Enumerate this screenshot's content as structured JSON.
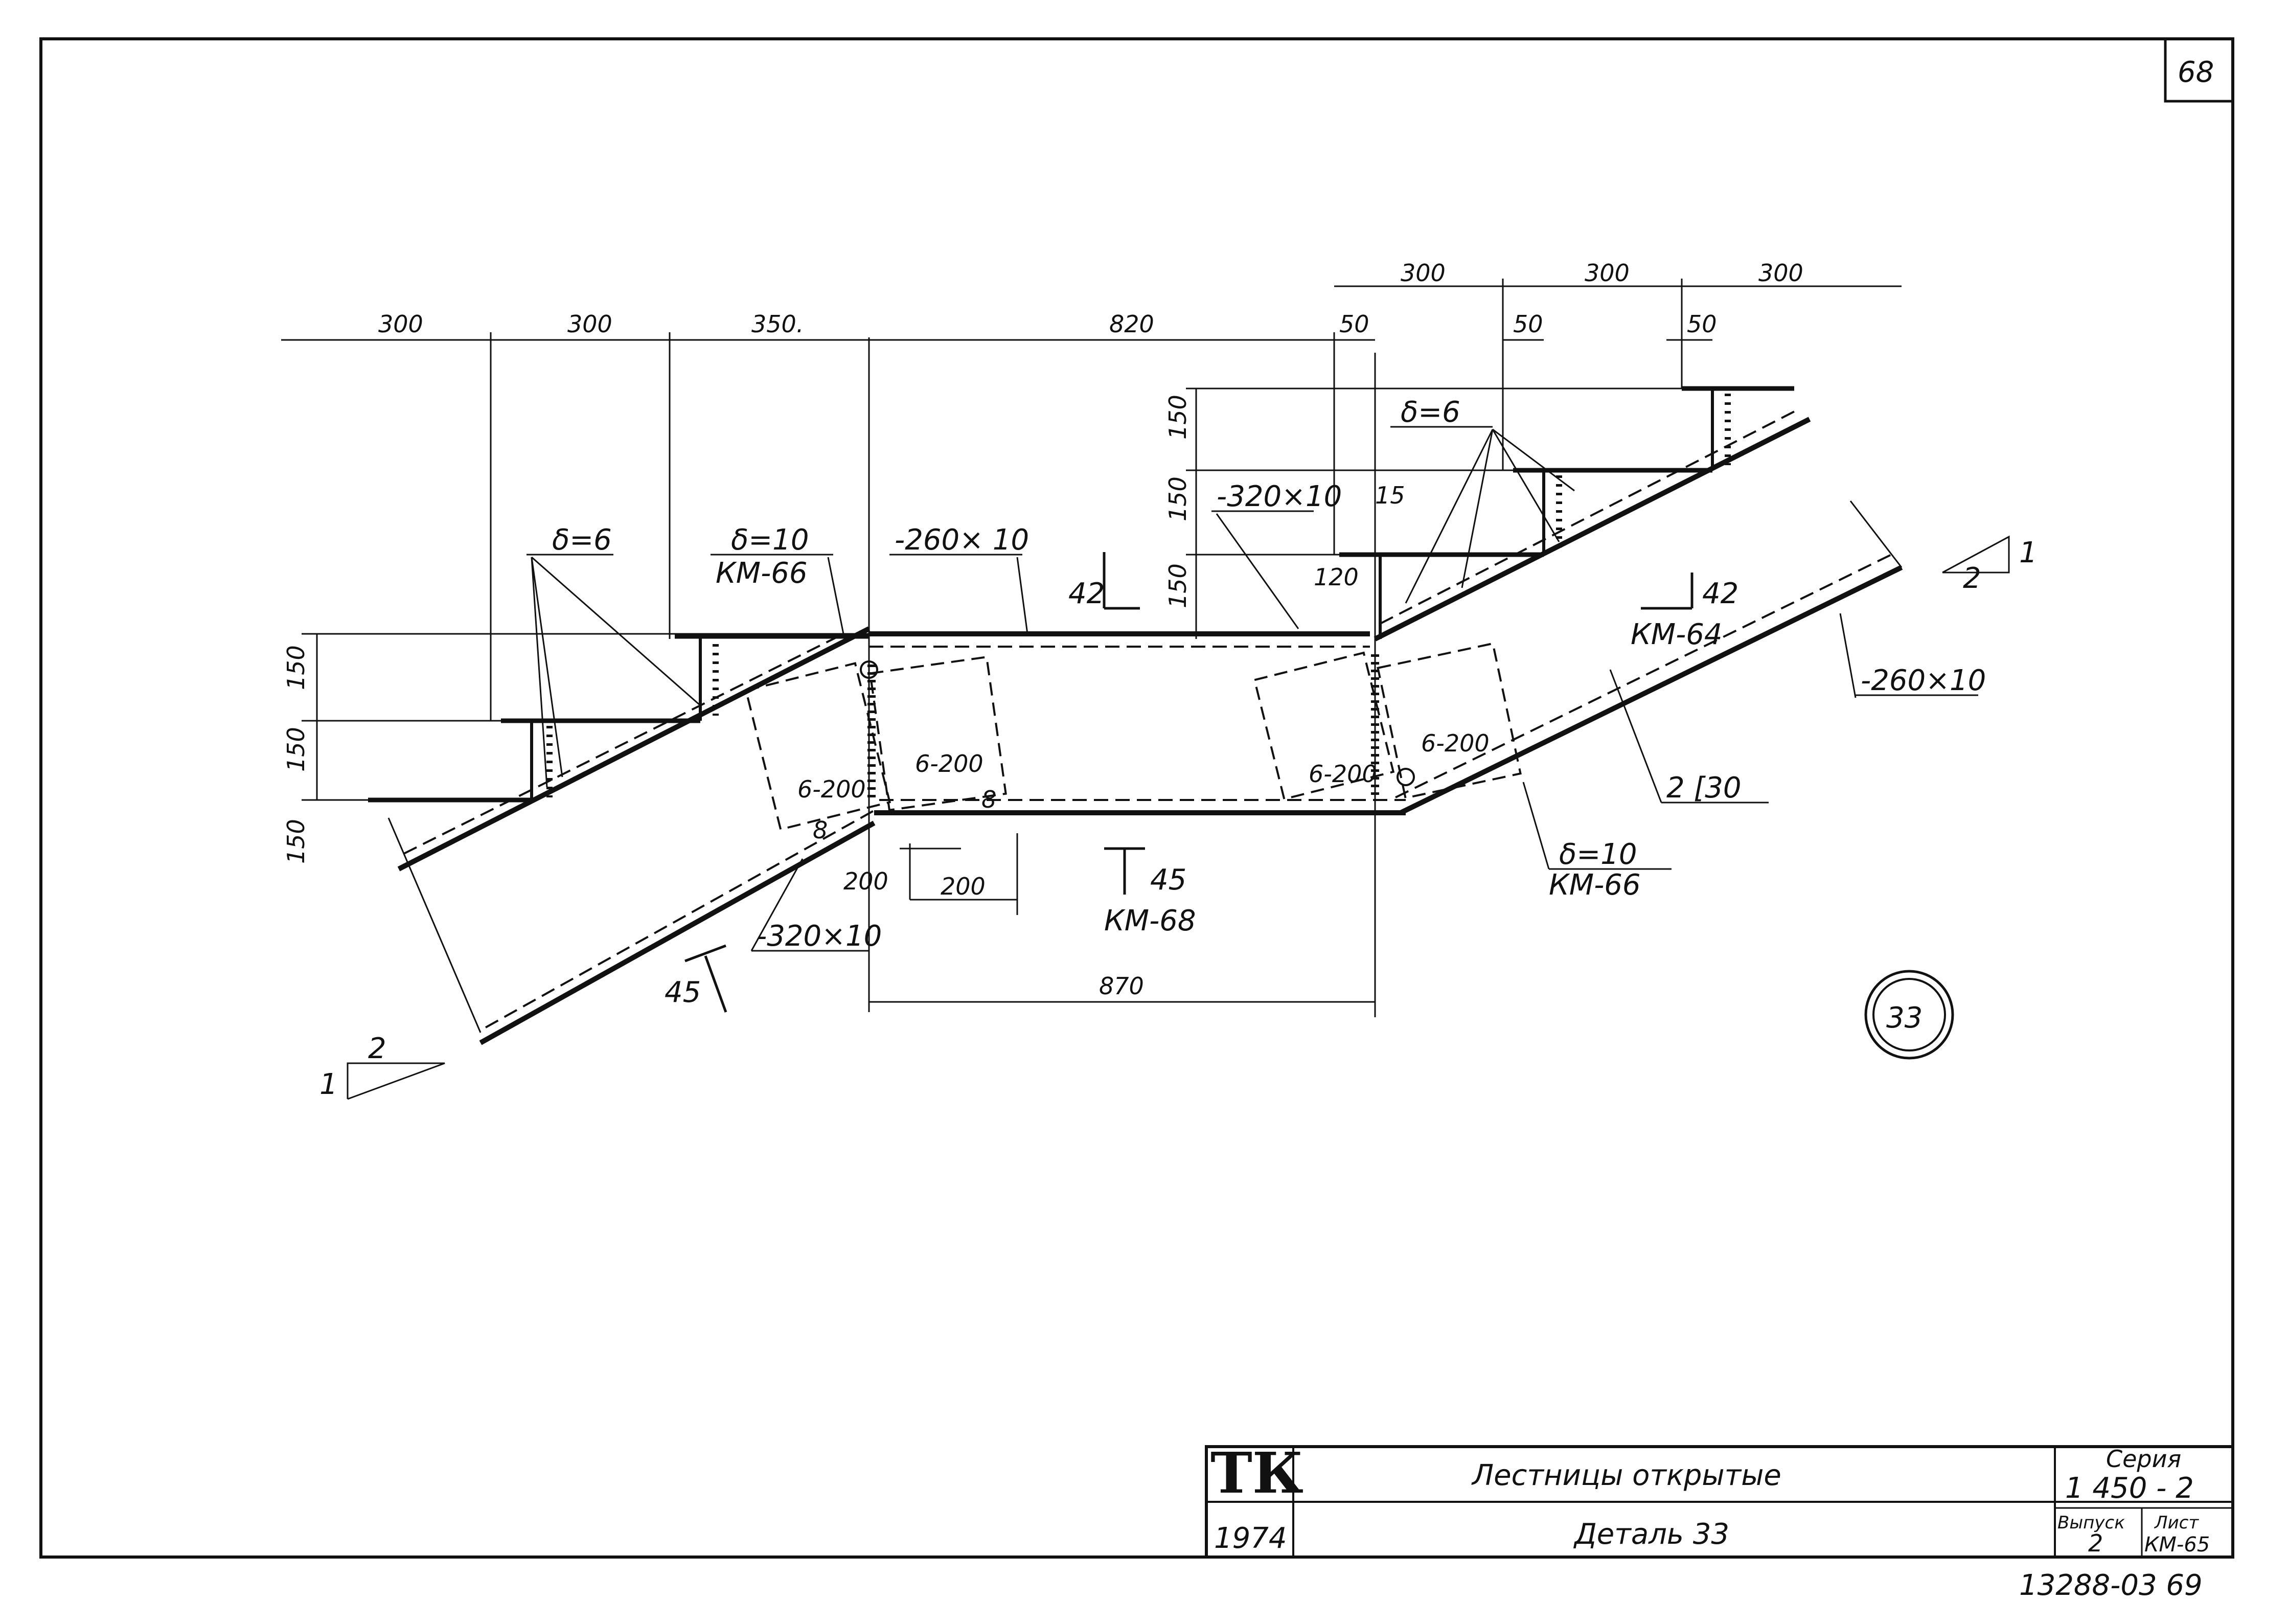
{
  "sheet": {
    "page_number": "68",
    "detail_marker": "33",
    "archive_number": "13288-03 69"
  },
  "dimensions": {
    "top": [
      "300",
      "300",
      "350.",
      "820",
      "50",
      "300",
      "50",
      "300",
      "50",
      "300"
    ],
    "bottom_span": "870",
    "bottom_pair": [
      "200",
      "200"
    ],
    "rises_left": [
      "150",
      "150",
      "150"
    ],
    "rises_right": [
      "150",
      "150",
      "150"
    ],
    "offset_15": "15",
    "offset_120": "120"
  },
  "callouts": {
    "delta6_left": "δ=6",
    "delta6_right": "δ=6",
    "delta10_top": "δ=10",
    "km66_top": "КМ-66",
    "plate_260_top": "-260× 10",
    "plate_320_top": "-320×10",
    "plate_320_bottom": "-320×10",
    "plate_260_right": "-260×10",
    "channel": "2 [30",
    "delta10_bottom": "δ=10",
    "km66_bottom": "КМ-66",
    "weld_6_200": [
      "6-200",
      "6-200",
      "6-200",
      "6-200"
    ],
    "weld_8": [
      "8",
      "8"
    ],
    "slope_rise": "1",
    "slope_run": "2"
  },
  "sections": {
    "s42_top": "42",
    "s42_right": "42",
    "km64": "КМ-64",
    "s45_mid": "45",
    "km68": "КМ-68",
    "s45_bottom": "45"
  },
  "title_block": {
    "org": "ТК",
    "year": "1974",
    "title": "Лестницы открытые",
    "subtitle": "Деталь 33",
    "series_label": "Серия",
    "series_value": "1 450 - 2",
    "issue_label": "Выпуск",
    "issue_value": "2",
    "sheet_label": "Лист",
    "sheet_value": "КМ-65"
  }
}
